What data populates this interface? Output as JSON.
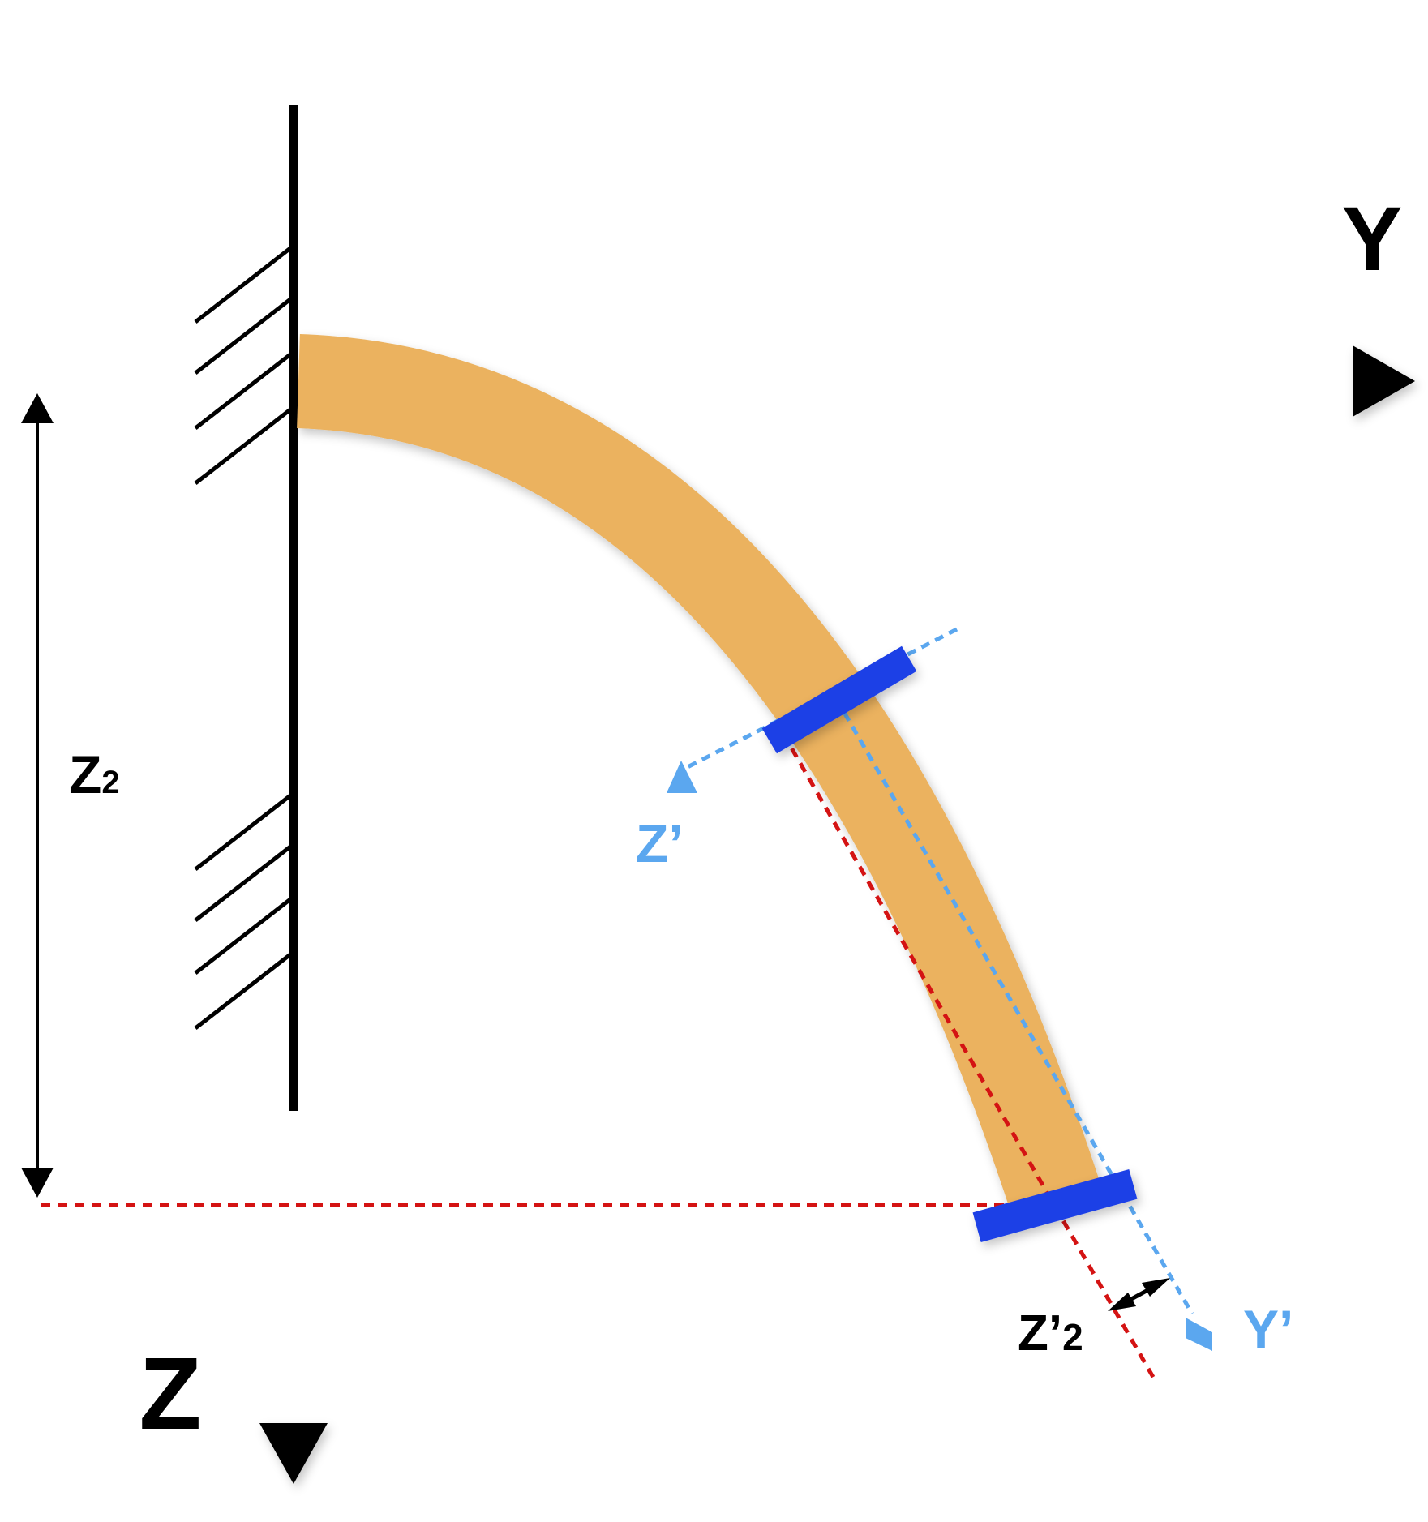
{
  "labels": {
    "y_axis": "Y",
    "z_axis": "Z",
    "z2_main": "Z",
    "z2_sub": "2",
    "z_prime": "Z’",
    "y_prime": "Y’",
    "z2_prime_main": "Z’",
    "z2_prime_sub": "2"
  },
  "colors": {
    "axis": "#000000",
    "beam": "#EBB25E",
    "section_plate": "#1F3FE6",
    "local_axes": "#5BA7EF",
    "reference_lines": "#D41313"
  },
  "icons": {
    "wall_support": "hatched-fixed-support-icon",
    "y_arrow": "arrowhead-right-icon",
    "z_arrow": "arrowhead-down-icon"
  }
}
